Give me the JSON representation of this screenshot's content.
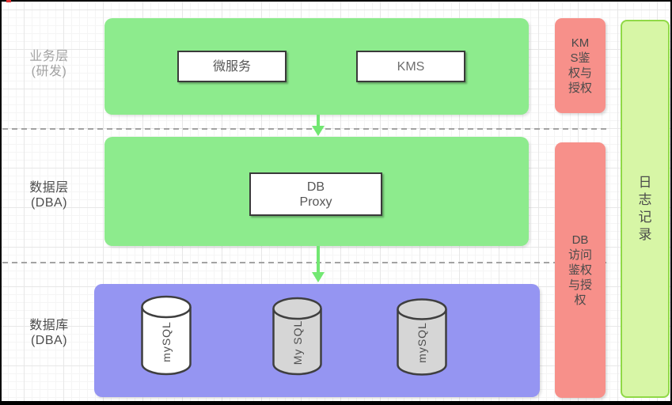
{
  "palette": {
    "layer_green": "#8deb8d",
    "database_purple": "#9595f2",
    "auth_pink": "#f7908a",
    "log_bar_fill": "#d7f6a6",
    "log_bar_border": "#90d947",
    "arrow_green": "#72e772",
    "node_border": "#3a3a3a",
    "cylinder_white": "#ffffff",
    "cylinder_gray": "#d6d6d6",
    "grid_minor": "#f5f5f5",
    "grid_major": "#e7e7e7",
    "dashed_line": "#a3a3a3",
    "red_marker": "#e03131"
  },
  "rows": [
    {
      "label": "业务层\n(研发)"
    },
    {
      "label": "数据层\n(DBA)"
    },
    {
      "label": "数据库\n(DBA)"
    }
  ],
  "nodes": {
    "microservice": "微服务",
    "kms": "KMS",
    "db_proxy": "DB\nProxy"
  },
  "databases": [
    {
      "label": "mySQL"
    },
    {
      "label": "My SQL"
    },
    {
      "label": "mySQL"
    }
  ],
  "sidebars": {
    "kms_auth": "KM\nS鉴\n权与\n授权",
    "db_auth": "DB\n访问\n鉴权\n与授\n权",
    "logging": "日\n志\n记\n录"
  }
}
